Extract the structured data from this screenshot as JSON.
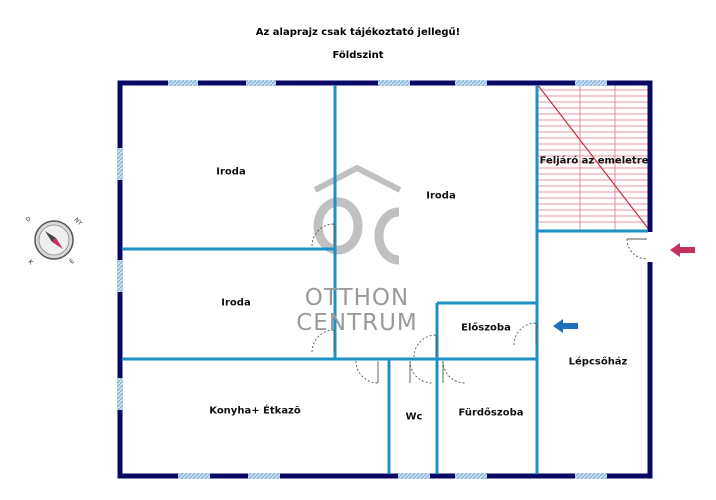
{
  "header": {
    "disclaimer": "Az alaprajz csak tájékoztató jellegű!",
    "floor": "Földszint"
  },
  "rooms": {
    "iroda_1": "Iroda",
    "iroda_2": "Iroda",
    "iroda_3": "Iroda",
    "stairs": "Feljáró az emeletre",
    "eloszoba": "Előszoba",
    "lepcsohaz": "Lépcsőház",
    "konyha": "Konyha+ Étkazõ",
    "wc": "Wc",
    "furdoszoba": "Fürdőszoba"
  },
  "watermark": {
    "line1": "OTTHON",
    "line2": "CENTRUM"
  },
  "compass": {
    "n": "É",
    "e": "K",
    "s": "D",
    "w": "NY"
  },
  "colors": {
    "outer_wall": "#0a0a66",
    "inner_wall": "#1e90c8",
    "stair_lines": "#d0303a",
    "window": "#a9c9e6",
    "arrow_pink": "#c8305c",
    "arrow_blue": "#1f6fbf"
  }
}
